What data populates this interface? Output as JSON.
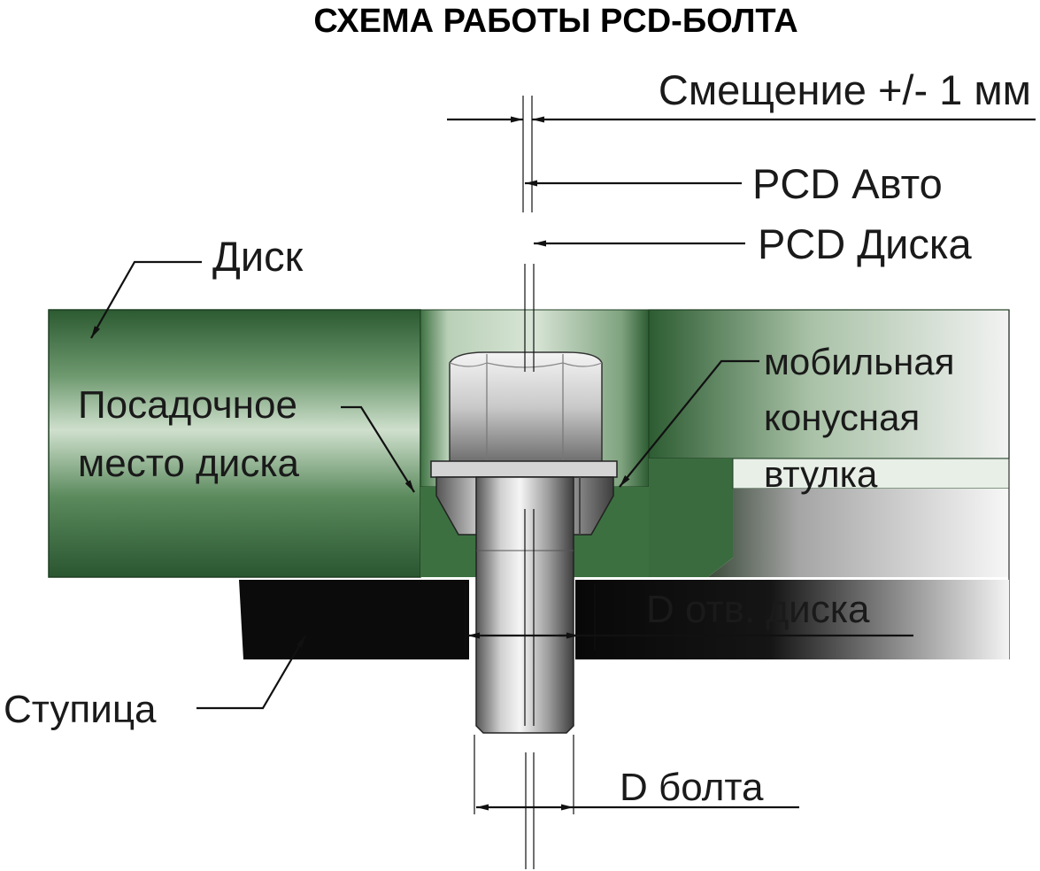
{
  "title": "СХЕМА РАБОТЫ PCD-БОЛТА",
  "labels": {
    "offset": "Смещение +/- 1 мм",
    "pcd_car": "PCD Авто",
    "pcd_wheel": "PCD Диска",
    "disk": "Диск",
    "seat_line1": "Посадочное",
    "seat_line2": "место диска",
    "sleeve_line1": "мобильная",
    "sleeve_line2": "конусная",
    "sleeve_line3": "втулка",
    "disk_hole": "D отв. диска",
    "hub": "Ступица",
    "bolt_diameter": "D болта"
  },
  "colors": {
    "disk_green": "#2f5e34",
    "disk_light": "#c9d8c8",
    "hub_dark": "#0d0d0d",
    "metal_light": "#e8e8e8",
    "metal_dark": "#4a4a4a"
  }
}
